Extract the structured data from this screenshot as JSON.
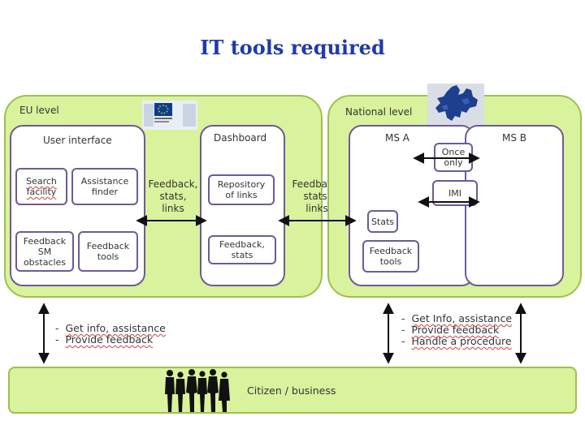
{
  "title": "IT tools required",
  "eu": {
    "label": "EU level",
    "user_interface": {
      "label": "User interface",
      "boxes": [
        "Search\nfacility",
        "Assistance\nfinder",
        "Feedback\nSM\nobstacles",
        "Feedback\ntools"
      ]
    },
    "connector_left": "Feedback,\nstats,\nlinks",
    "dashboard": {
      "label": "Dashboard",
      "boxes": [
        "Repository\nof links",
        "Feedback,\nstats"
      ]
    },
    "connector_right": "Feedback,\nstats,\nlinks"
  },
  "national": {
    "label": "National level",
    "ms_a": {
      "label": "MS A",
      "boxes": [
        "Once\nonly",
        "IMI",
        "Stats",
        "Feedback\ntools"
      ]
    },
    "ms_b": {
      "label": "MS B"
    }
  },
  "left_bullets": [
    "Get info, assistance",
    "Provide feedback"
  ],
  "right_bullets": [
    "Get Info, assistance",
    "Provide feedback",
    "Handle a procedure"
  ],
  "citizen": {
    "label": "Citizen / business"
  },
  "colors": {
    "panel": "#d9f29c",
    "border": "#6d5a98",
    "title": "#1f3aa8"
  },
  "icons": [
    "eu-building-logo-icon",
    "europe-map-icon",
    "people-silhouettes-icon"
  ]
}
